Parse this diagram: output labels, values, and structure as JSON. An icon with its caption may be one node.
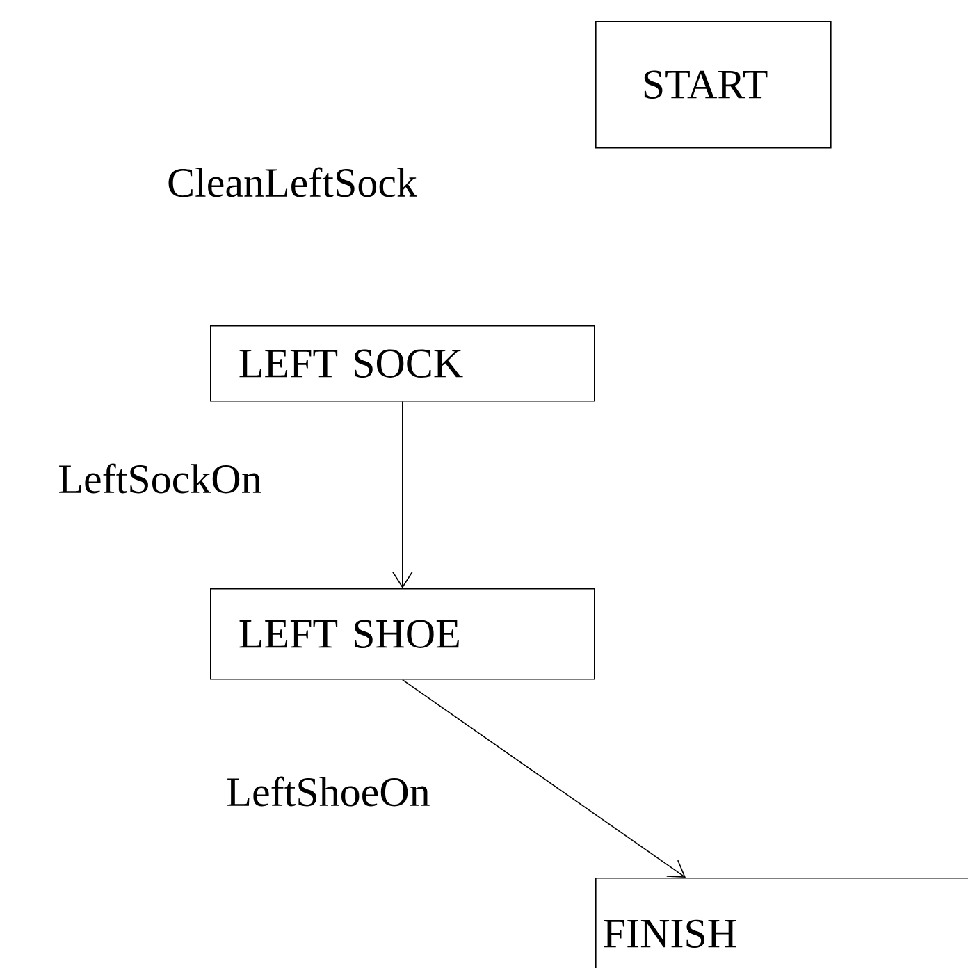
{
  "diagram": {
    "nodes": [
      {
        "text": [
          "START"
        ]
      },
      {
        "text": [
          "LEFT SOCK"
        ]
      },
      {
        "text": [
          "LEFT SHOE"
        ]
      },
      {
        "text": [
          "FINISH"
        ]
      }
    ],
    "edges": [
      {
        "from": 1,
        "to": 2,
        "arrow": "to",
        "label": "LeftSockOn"
      },
      {
        "from": 2,
        "to": 3,
        "arrow": "to",
        "label": "LeftShoeOn"
      }
    ],
    "labels": [
      "CleanLeftSock"
    ]
  }
}
